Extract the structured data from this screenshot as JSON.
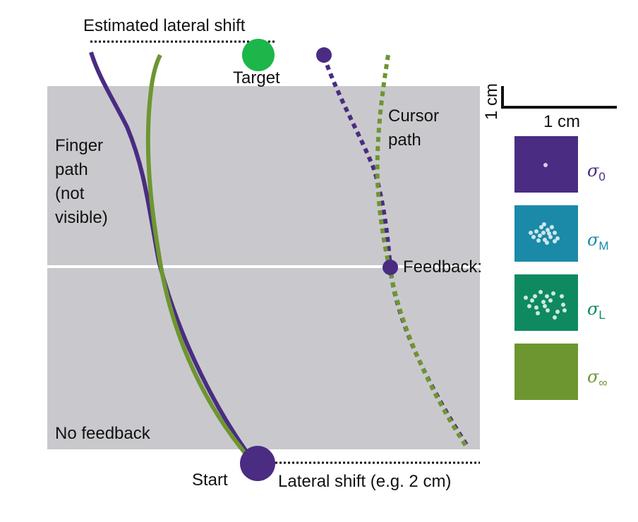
{
  "labels": {
    "estimated_lateral_shift": "Estimated lateral shift",
    "target": "Target",
    "finger_path": [
      "Finger",
      "path",
      "(not",
      "visible)"
    ],
    "cursor_path": [
      "Cursor",
      "path"
    ],
    "feedback": "Feedback:",
    "no_feedback": "No feedback",
    "start": "Start",
    "lateral_shift": "Lateral shift (e.g. 2 cm)",
    "scale_vertical": "1 cm",
    "scale_horizontal": "1 cm"
  },
  "legend": [
    {
      "symbol": "σ",
      "sub": "0",
      "color": "#4a2c82",
      "text_color": "#4a2c82"
    },
    {
      "symbol": "σ",
      "sub": "M",
      "color": "#1a8aa8",
      "text_color": "#1a8aa8"
    },
    {
      "symbol": "σ",
      "sub": "L",
      "color": "#0f8a60",
      "text_color": "#0f8a60"
    },
    {
      "symbol": "σ",
      "sub": "∞",
      "color": "#6e9630",
      "text_color": "#6e9630"
    }
  ],
  "colors": {
    "purple": "#4a2c82",
    "olive": "#6e9630",
    "target_green": "#1db64a",
    "gray_region": "#c9c9cd"
  }
}
